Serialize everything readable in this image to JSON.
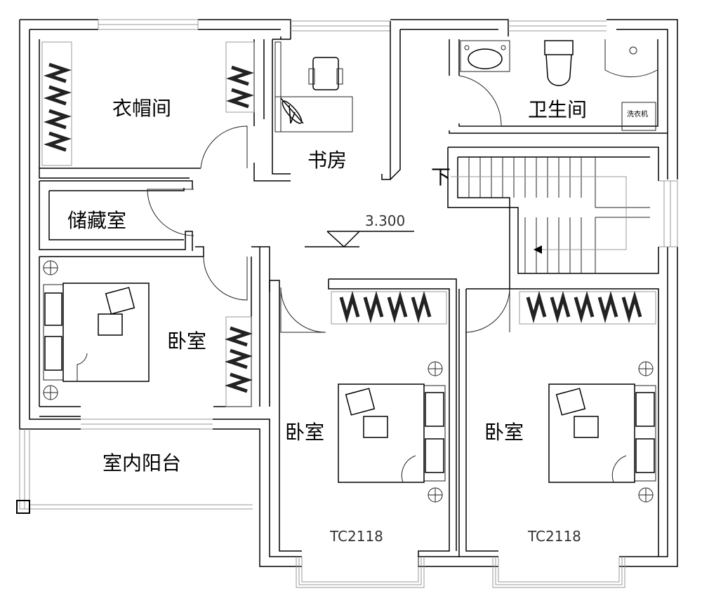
{
  "rooms": {
    "cloakroom": "衣帽间",
    "study": "书房",
    "bathroom": "卫生间",
    "storage": "储藏室",
    "bedroom_left": "卧室",
    "bedroom_middle": "卧室",
    "bedroom_right": "卧室",
    "balcony": "室内阳台"
  },
  "stair": {
    "direction_label": "下"
  },
  "elevation": {
    "value": "3.300"
  },
  "windows": {
    "middle": "TC2118",
    "right": "TC2118"
  },
  "fixtures": {
    "washer_label": "洗衣机"
  }
}
